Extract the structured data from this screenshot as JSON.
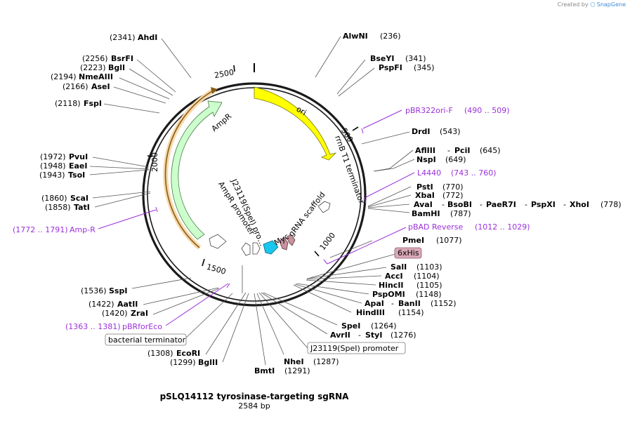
{
  "credit": {
    "prefix": "Created by",
    "brand": "SnapGene"
  },
  "plasmid": {
    "name": "pSLQ14112 tyrosinase-targeting sgRNA",
    "length_label": "2584 bp",
    "length": 2584
  },
  "ticks": [
    "500",
    "1000",
    "1500",
    "2000",
    "2500"
  ],
  "features": [
    {
      "name": "ori",
      "color": "#ffff00",
      "stroke": "#8a8a00"
    },
    {
      "name": "AmpR",
      "color": "#ccffcc",
      "stroke": "#5a8a5a"
    },
    {
      "name": "AmpR promoter"
    },
    {
      "name": "J23119(SpeI) pro…"
    },
    {
      "name": "rrnB T1 terminator"
    },
    {
      "name": "gRNA scaffold"
    },
    {
      "name": "Myc"
    }
  ],
  "sites_right": [
    {
      "name": "AlwNI",
      "pos": "(236)"
    },
    {
      "name": "BseYI",
      "pos": "(341)"
    },
    {
      "name": "PspFI",
      "pos": "(345)"
    },
    {
      "name": "DrdI",
      "pos": "(543)"
    },
    {
      "name": "AflIII",
      "sep": "-",
      "name2": "PciI",
      "pos": "(645)"
    },
    {
      "name": "NspI",
      "pos": "(649)"
    },
    {
      "name": "PstI",
      "pos": "(770)"
    },
    {
      "name": "XbaI",
      "pos": "(772)"
    },
    {
      "name": "AvaI",
      "sep": "-",
      "name2": "BsoBI",
      "sep2": "-",
      "name3": "PaeR7I",
      "sep3": "-",
      "name4": "PspXI",
      "sep4": "-",
      "name5": "XhoI",
      "pos": "(778)"
    },
    {
      "name": "BamHI",
      "pos": "(787)"
    },
    {
      "name": "PmeI",
      "pos": "(1077)"
    },
    {
      "name": "SalI",
      "pos": "(1103)"
    },
    {
      "name": "AccI",
      "pos": "(1104)"
    },
    {
      "name": "HincII",
      "pos": "(1105)"
    },
    {
      "name": "PspOMI",
      "pos": "(1148)"
    },
    {
      "name": "ApaI",
      "sep": "-",
      "name2": "BanII",
      "pos": "(1152)"
    },
    {
      "name": "HindIII",
      "pos": "(1154)"
    },
    {
      "name": "SpeI",
      "pos": "(1264)"
    },
    {
      "name": "AvrII",
      "sep": "-",
      "name2": "StyI",
      "pos": "(1276)"
    },
    {
      "name": "NheI",
      "pos": "(1287)"
    },
    {
      "name": "BmtI",
      "pos": "(1291)"
    }
  ],
  "sites_left": [
    {
      "name": "AhdI",
      "pos": "(2341)"
    },
    {
      "name": "BsrFI",
      "pos": "(2256)"
    },
    {
      "name": "BglI",
      "pos": "(2223)"
    },
    {
      "name": "NmeAIII",
      "pos": "(2194)"
    },
    {
      "name": "AseI",
      "pos": "(2166)"
    },
    {
      "name": "FspI",
      "pos": "(2118)"
    },
    {
      "name": "PvuI",
      "pos": "(1972)"
    },
    {
      "name": "EaeI",
      "pos": "(1948)"
    },
    {
      "name": "TsoI",
      "pos": "(1943)"
    },
    {
      "name": "ScaI",
      "pos": "(1860)"
    },
    {
      "name": "TatI",
      "pos": "(1858)"
    },
    {
      "name": "SspI",
      "pos": "(1536)"
    },
    {
      "name": "AatII",
      "pos": "(1422)"
    },
    {
      "name": "ZraI",
      "pos": "(1420)"
    },
    {
      "name": "EcoRI",
      "pos": "(1308)"
    },
    {
      "name": "BglII",
      "pos": "(1299)"
    }
  ],
  "primers": [
    {
      "name": "pBR322ori-F",
      "range": "(490 .. 509)"
    },
    {
      "name": "L4440",
      "range": "(743 .. 760)"
    },
    {
      "name": "pBAD Reverse",
      "range": "(1012 .. 1029)"
    },
    {
      "name": "Amp-R",
      "range": "(1772 .. 1791)"
    },
    {
      "name": "pBRforEco",
      "range": "(1363 .. 1381)"
    }
  ],
  "boxed_features": [
    {
      "name": "6xHis",
      "style": "pink"
    },
    {
      "name": "bacterial terminator",
      "style": "white"
    },
    {
      "name": "J23119(SpeI) promoter",
      "style": "white"
    }
  ]
}
